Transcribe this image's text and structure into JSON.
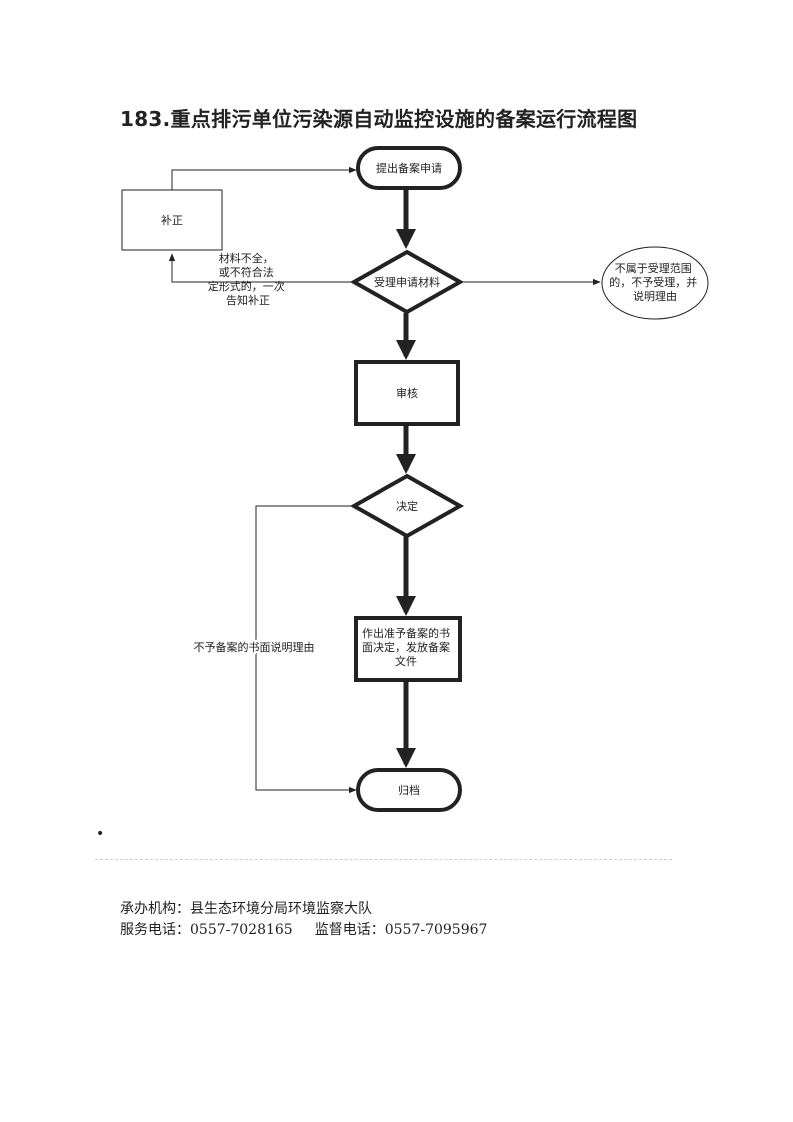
{
  "title": "183.重点排污单位污染源自动监控设施的备案运行流程图",
  "flowchart": {
    "nodes": {
      "start": "提出备案申请",
      "supplement": "补正",
      "accept": "受理申请材料",
      "reject": [
        "不属于受理范围",
        "的，不予受理，并",
        "说明理由"
      ],
      "review": "审核",
      "decision": "决定",
      "approve": [
        "作出准予备案的书",
        "面决定，发放备案",
        "文件"
      ],
      "archive": "归档"
    },
    "edges": {
      "incomplete": [
        "材料不全，",
        "或不符合法",
        "定形式的，一次",
        "告知补正"
      ],
      "not_approved": "不予备案的书面说明理由"
    }
  },
  "footer": {
    "agency_label": "承办机构：",
    "agency": "县生态环境分局环境监察大队",
    "service_phone_label": "服务电话：",
    "service_phone": "0557-7028165",
    "supervision_phone_label": "监督电话：",
    "supervision_phone": "0557-7095967"
  },
  "bullet": "•"
}
